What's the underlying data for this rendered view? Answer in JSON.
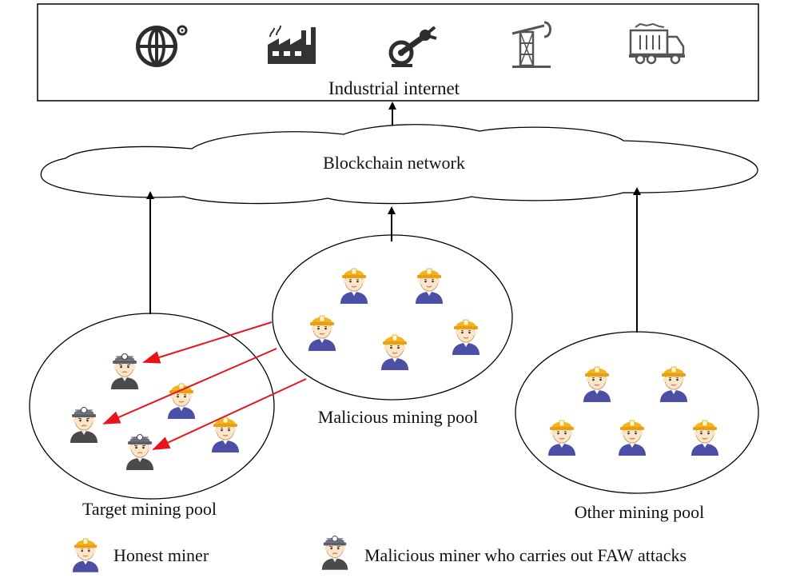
{
  "industrial_box": {
    "label": "Industrial  internet",
    "icons": [
      "globe-gear-icon",
      "factory-icon",
      "robot-arm-icon",
      "oil-pump-icon",
      "truck-icon"
    ]
  },
  "blockchain": {
    "label": "Blockchain network"
  },
  "pools": {
    "malicious": {
      "label": "Malicious mining pool",
      "honest_miners": 5
    },
    "target": {
      "label": "Target mining pool",
      "honest_miners": 2,
      "malicious_miners": 3
    },
    "other": {
      "label": "Other mining pool",
      "honest_miners": 5
    }
  },
  "legend": {
    "honest": "Honest miner",
    "malicious": "Malicious miner who carries out FAW attacks"
  },
  "colors": {
    "attack_arrow": "#e8141c",
    "helmet": "#f3b51f",
    "honest_body": "#4b4fa6",
    "malicious_helmet": "#7f7f8c",
    "malicious_body": "#4a4a4a",
    "skin": "#fde6c8"
  }
}
